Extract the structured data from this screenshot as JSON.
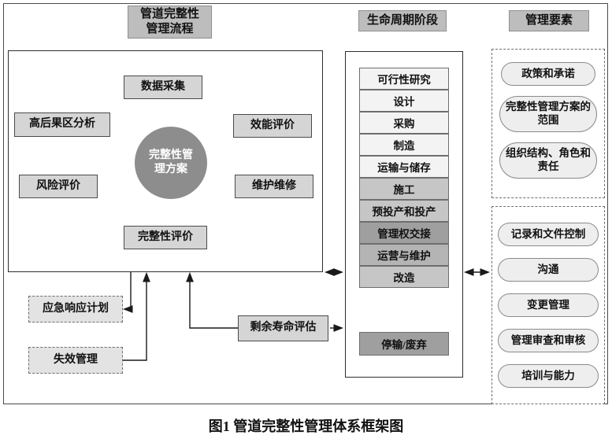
{
  "caption": "图1 管道完整性管理体系框架图",
  "headers": {
    "process": "管道完整性\n管理流程",
    "lifecycle": "生命周期阶段",
    "elements": "管理要素"
  },
  "process": {
    "center_circle": "完整性管\n理方案",
    "nodes": {
      "data_collection": "数据采集",
      "hca_analysis": "高后果区分析",
      "performance_evaluation": "效能评价",
      "risk_assessment": "风险评价",
      "maintenance_repair": "维护维修",
      "integrity_assessment": "完整性评价"
    },
    "aux": {
      "emergency_response_plan": "应急响应计划",
      "failure_management": "失效管理",
      "remaining_life_assessment": "剩余寿命评估"
    }
  },
  "lifecycle": {
    "items": [
      {
        "label": "可行性研究",
        "shade": "#f3f3f3"
      },
      {
        "label": "设计",
        "shade": "#f3f3f3"
      },
      {
        "label": "采购",
        "shade": "#f3f3f3"
      },
      {
        "label": "制造",
        "shade": "#f3f3f3"
      },
      {
        "label": "运输与储存",
        "shade": "#f3f3f3"
      },
      {
        "label": "施工",
        "shade": "#c6c6c6"
      },
      {
        "label": "预投产和投产",
        "shade": "#c6c6c6"
      },
      {
        "label": "管理权交接",
        "shade": "#9f9f9f"
      },
      {
        "label": "运营与维护",
        "shade": "#b4b4b4"
      },
      {
        "label": "改造",
        "shade": "#c6c6c6"
      }
    ],
    "terminal": {
      "label": "停输/废弃",
      "shade": "#9f9f9f"
    }
  },
  "elements": {
    "group1": [
      "政策和承诺",
      "完整性管理方案的范围",
      "组织结构、角色和责任"
    ],
    "group2": [
      "记录和文件控制",
      "沟通",
      "变更管理",
      "管理审查和审核",
      "培训与能力"
    ]
  },
  "colors": {
    "header_bg": "#bdbdbd",
    "node_bg": "#d5d5d5",
    "circle_bg": "#8d8d8d",
    "dashed_node_bg": "#e3e3e3",
    "stadium_bg": "#eeeeee",
    "line": "#1a1a1a"
  }
}
